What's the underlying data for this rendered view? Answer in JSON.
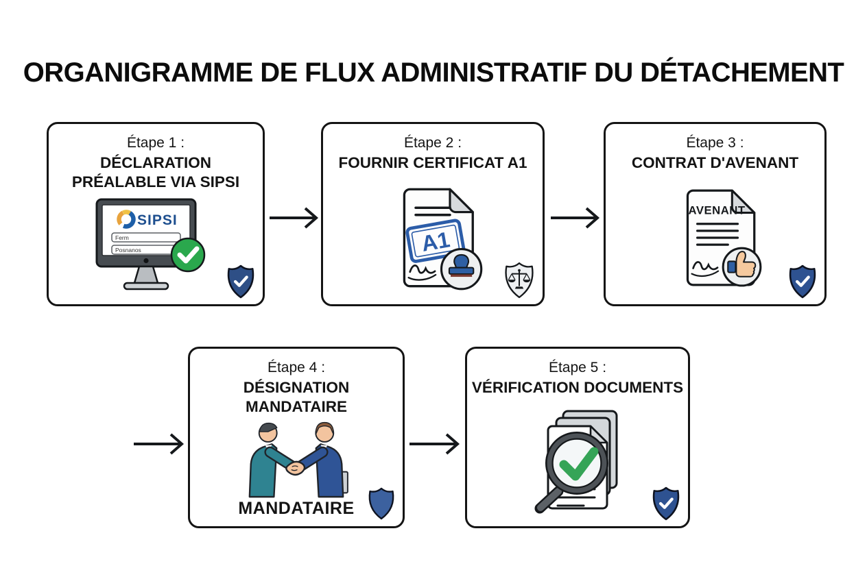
{
  "title": "ORGANIGRAMME DE FLUX ADMINISTRATIF DU DÉTACHEMENT",
  "steps": [
    {
      "label": "Étape 1 :",
      "name": "DÉCLARATION PRÉALABLE VIA SIPSI",
      "icon": "sipsi-monitor-with-green-check",
      "badge": "shield-check-icon",
      "sipsi": {
        "logo": "SIPSI",
        "field1": "Ferm",
        "field2": "Posnanos"
      }
    },
    {
      "label": "Étape 2 :",
      "name": "FOURNIR CERTIFICAT A1",
      "icon": "a1-certificate-with-stamp",
      "badge": "shield-scales-icon",
      "doc_label": "A1"
    },
    {
      "label": "Étape 3 :",
      "name": "CONTRAT D'AVENANT",
      "icon": "avenant-document-with-thumbs-up",
      "badge": "shield-check-icon",
      "doc_label": "AVENANT"
    },
    {
      "label": "Étape 4 :",
      "name": "DÉSIGNATION MANDATAIRE",
      "icon": "handshake-two-businessmen",
      "badge": "shield-plain-icon",
      "caption": "MANDATAIRE"
    },
    {
      "label": "Étape 5 :",
      "name": "VÉRIFICATION DOCUMENTS",
      "icon": "documents-magnifier-green-check",
      "badge": "shield-check-icon"
    }
  ],
  "colors": {
    "shield_navy": "#2e4f86",
    "shield_blue_plain": "#3c619f",
    "green_check": "#2aa84d",
    "magnifier_check_green": "#35a457",
    "sipsi_blue": "#1e4f8f",
    "sipsi_orange": "#e8a33d",
    "stamp_blue": "#2b5ca8",
    "teal_suit": "#2f8391",
    "navy_suit": "#2f5496",
    "skin": "#f3c49f",
    "paper_gray": "#d7dadd",
    "outline": "#141414"
  }
}
